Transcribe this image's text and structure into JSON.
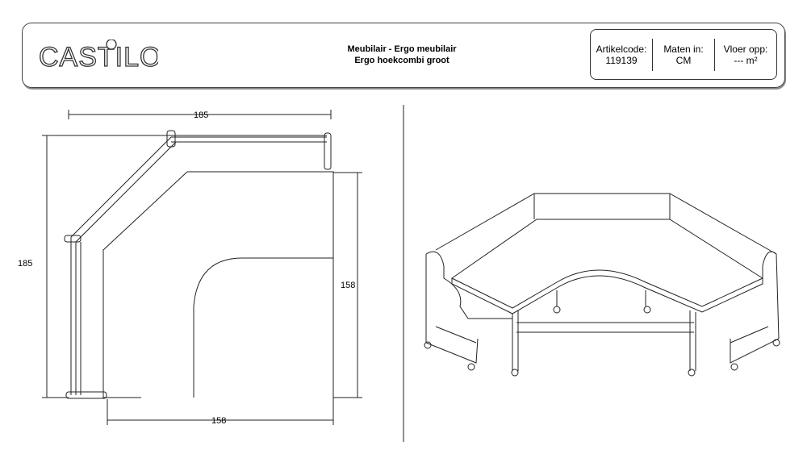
{
  "header": {
    "logo_text": "CASTILO",
    "title_line1": "Meubilair - Ergo meubilair",
    "title_line2": "Ergo hoekcombi groot",
    "article_code_label": "Artikelcode:",
    "article_code_value": "119139",
    "units_label": "Maten in:",
    "units_value": "CM",
    "floor_area_label": "Vloer opp:",
    "floor_area_value": "--- m²"
  },
  "top_view": {
    "dim_top": "185",
    "dim_left": "185",
    "dim_right": "158",
    "dim_bottom": "158"
  }
}
